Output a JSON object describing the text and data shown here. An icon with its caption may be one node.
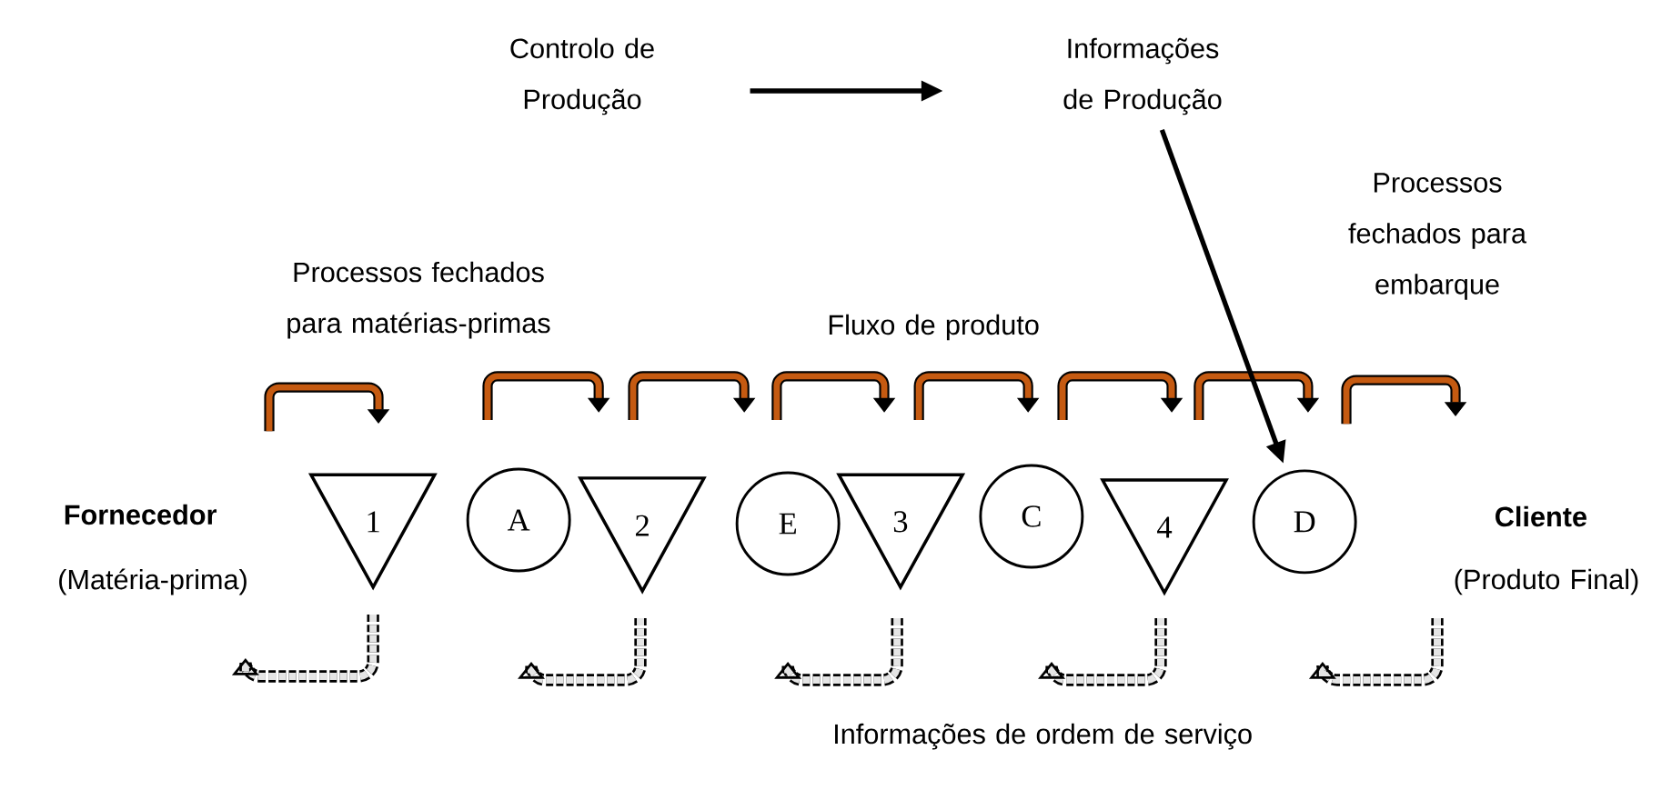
{
  "diagram": {
    "nodes": [
      {
        "text": [
          "Controlo de Produção"
        ]
      },
      {
        "text": [
          "Informações de Produção"
        ]
      },
      {
        "text": [
          "1"
        ]
      },
      {
        "text": [
          "A"
        ]
      },
      {
        "text": [
          "2"
        ]
      },
      {
        "text": [
          "E"
        ]
      },
      {
        "text": [
          "3"
        ]
      },
      {
        "text": [
          "C"
        ]
      },
      {
        "text": [
          "4"
        ]
      },
      {
        "text": [
          "D"
        ]
      }
    ],
    "edges": [
      {
        "from": 0,
        "to": 1,
        "arrow": "to"
      },
      {
        "from": 1,
        "to": 9,
        "arrow": "to"
      }
    ],
    "labels": [
      "Processos fechados para embarque",
      "Processos fechados para matérias-primas",
      "Fluxo de produto",
      "Fornecedor",
      "(Matéria-prima)",
      "Cliente",
      "(Produto Final)",
      "Informações de ordem de serviço"
    ]
  }
}
